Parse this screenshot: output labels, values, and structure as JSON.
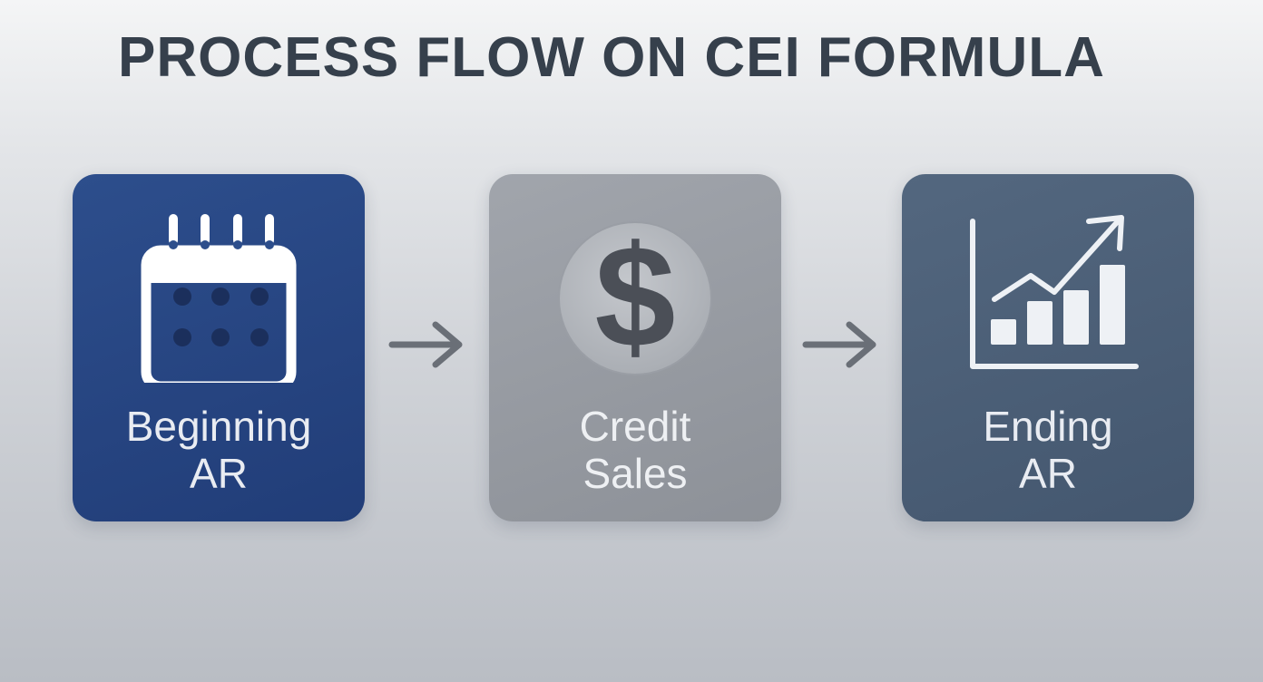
{
  "title": "PROCESS FLOW ON CEI FORMULA",
  "steps": [
    {
      "icon": "calendar-icon",
      "label_line1": "Beginning",
      "label_line2": "AR",
      "color": "#2a4a88"
    },
    {
      "icon": "dollar-icon",
      "label_line1": "Credit",
      "label_line2": "Sales",
      "color": "#979ba2"
    },
    {
      "icon": "growth-chart-icon",
      "label_line1": "Ending",
      "label_line2": "AR",
      "color": "#4b5f77"
    }
  ],
  "connectors": [
    "arrow-right-icon",
    "arrow-right-icon"
  ],
  "colors": {
    "title": "#36404c",
    "arrow": "#6a6f77",
    "label": "#e9ecf2"
  }
}
